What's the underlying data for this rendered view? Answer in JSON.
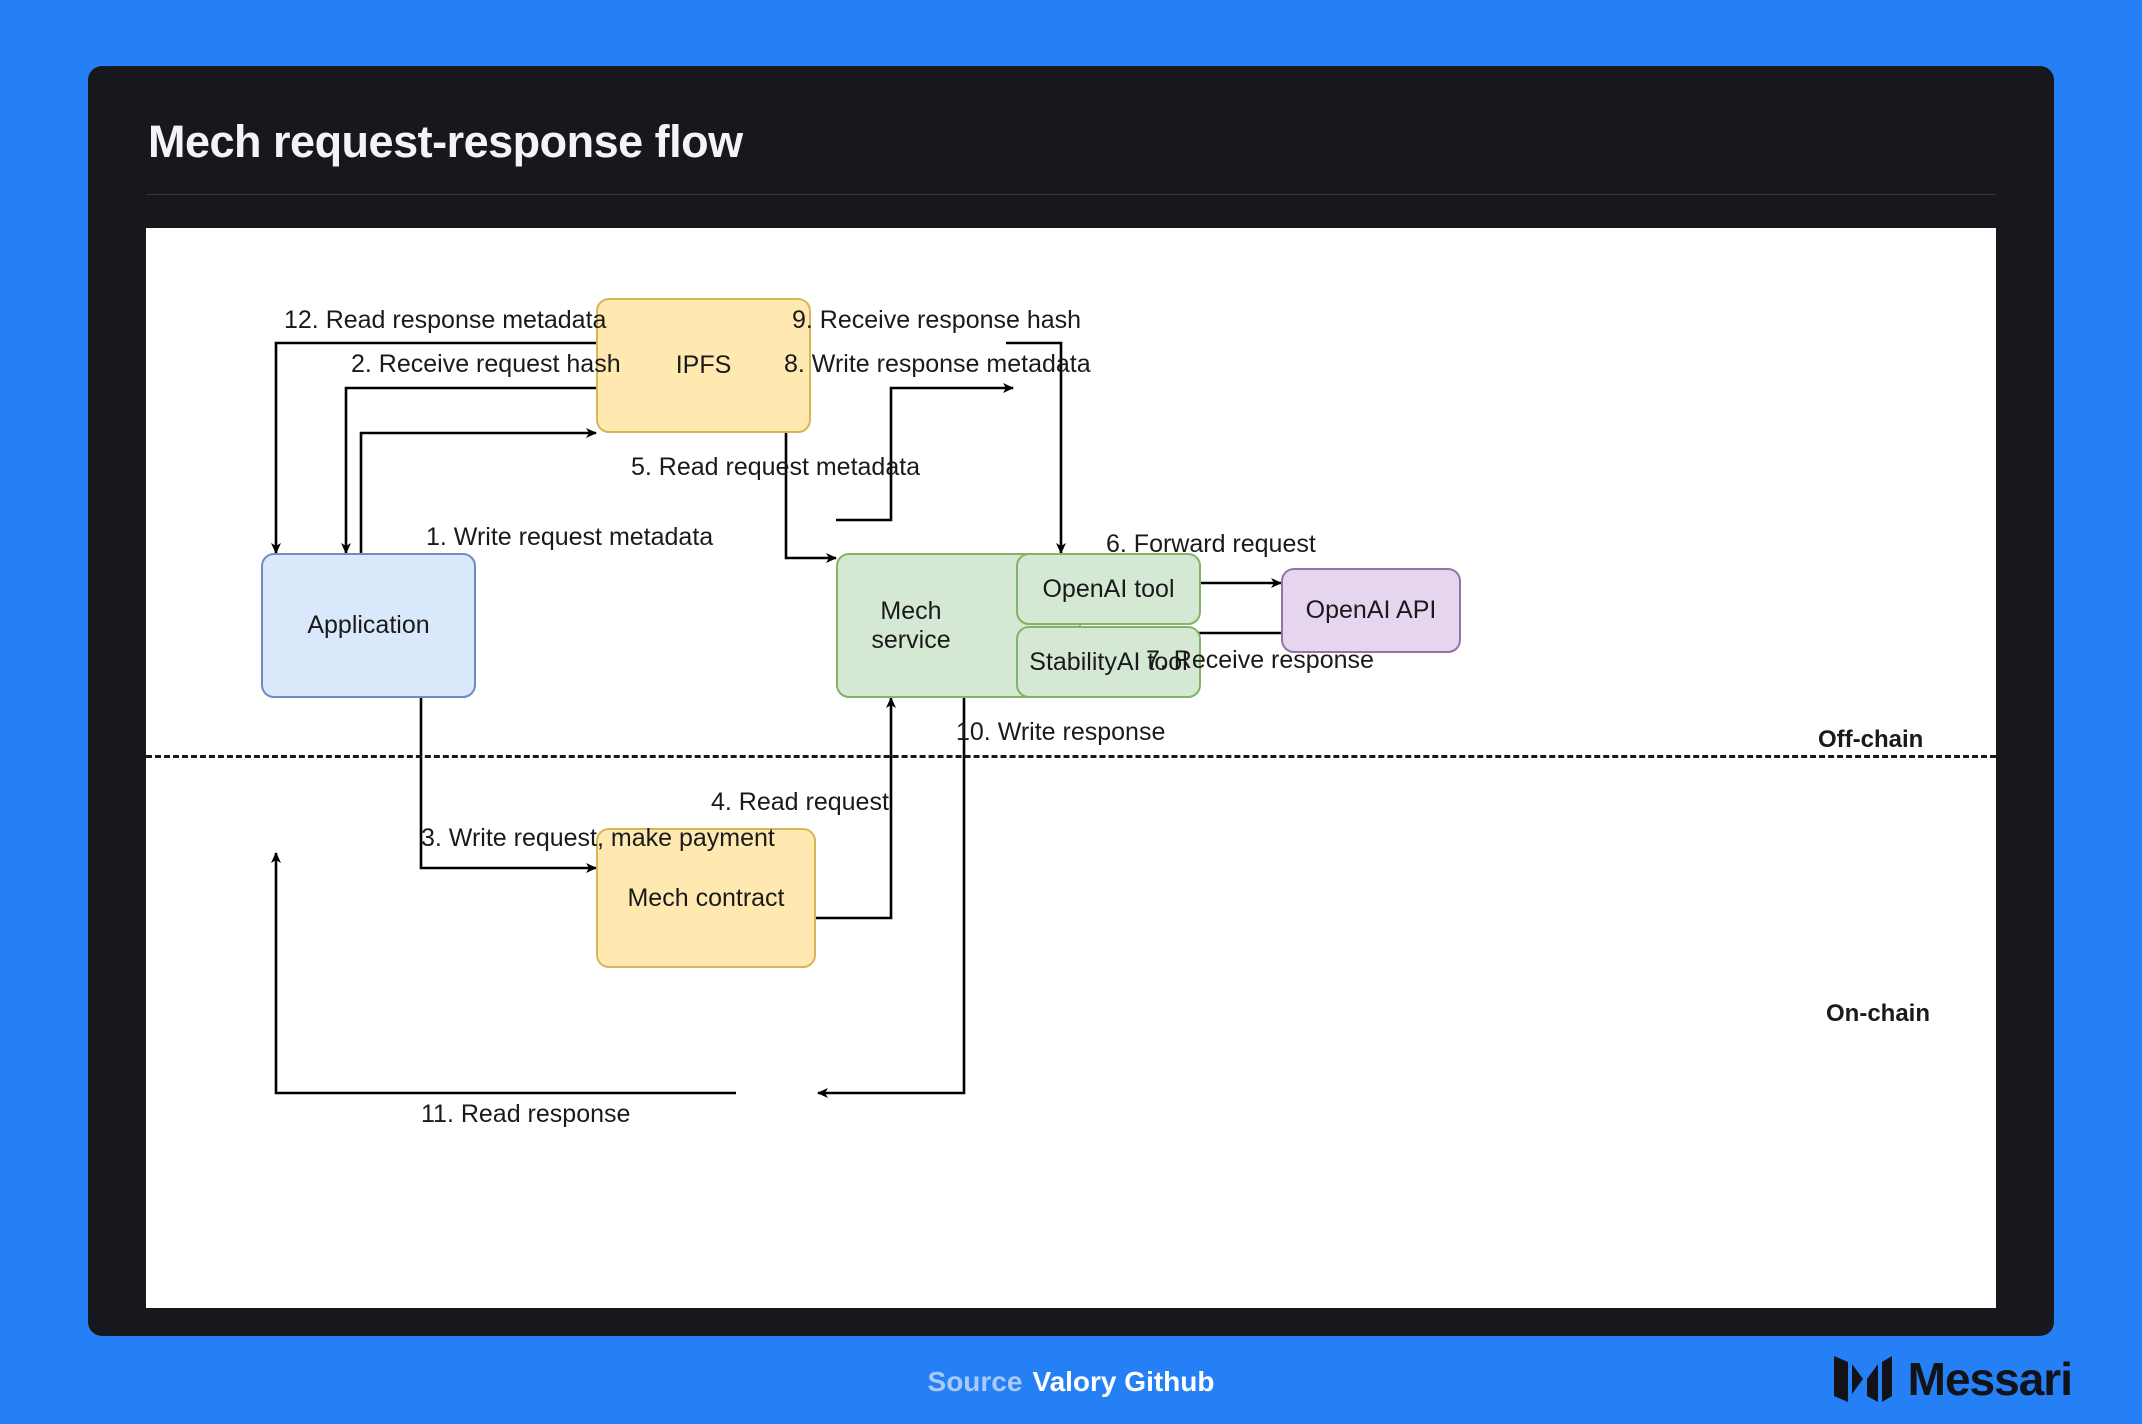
{
  "header": {
    "title": "Mech request-response flow"
  },
  "nodes": [
    {
      "id": "ipfs",
      "label": "IPFS",
      "color": "#ffe9b0"
    },
    {
      "id": "application",
      "label": "Application",
      "color": "#dae8fc"
    },
    {
      "id": "mech_service",
      "label": "Mech service",
      "color": "#d5e8d4"
    },
    {
      "id": "openai_tool",
      "label": "OpenAI tool",
      "color": "#d5e8d4"
    },
    {
      "id": "stabilityai_tool",
      "label": "StabilityAI tool",
      "color": "#d5e8d4"
    },
    {
      "id": "openai_api",
      "label": "OpenAI API",
      "color": "#e6d5ef"
    },
    {
      "id": "mech_contract",
      "label": "Mech contract",
      "color": "#ffe9b0"
    }
  ],
  "edges": [
    {
      "n": 1,
      "label": "1. Write request metadata",
      "from": "application",
      "to": "ipfs"
    },
    {
      "n": 2,
      "label": "2. Receive request hash",
      "from": "ipfs",
      "to": "application"
    },
    {
      "n": 3,
      "label": "3. Write request, make payment",
      "from": "application",
      "to": "mech_contract"
    },
    {
      "n": 4,
      "label": "4. Read request",
      "from": "mech_contract",
      "to": "mech_service"
    },
    {
      "n": 5,
      "label": "5. Read request metadata",
      "from": "ipfs",
      "to": "mech_service"
    },
    {
      "n": 6,
      "label": "6. Forward request",
      "from": "openai_tool",
      "to": "openai_api"
    },
    {
      "n": 7,
      "label": "7. Receive response",
      "from": "openai_api",
      "to": "openai_tool"
    },
    {
      "n": 8,
      "label": "8. Write response metadata",
      "from": "mech_service",
      "to": "ipfs"
    },
    {
      "n": 9,
      "label": "9. Receive response hash",
      "from": "ipfs",
      "to": "mech_service"
    },
    {
      "n": 10,
      "label": "10. Write response",
      "from": "mech_service",
      "to": "mech_contract"
    },
    {
      "n": 11,
      "label": "11. Read response",
      "from": "mech_contract",
      "to": "application"
    },
    {
      "n": 12,
      "label": "12. Read response metadata",
      "from": "ipfs",
      "to": "application"
    }
  ],
  "zones": {
    "offchain": "Off-chain",
    "onchain": "On-chain"
  },
  "footer": {
    "source_label": "Source",
    "source_name": "Valory Github",
    "brand": "Messari"
  },
  "colors": {
    "background": "#2680f5",
    "panel": "#16181d",
    "canvas": "#ffffff",
    "yellow_fill": "#ffe9b0",
    "yellow_stroke": "#d6b656",
    "blue_fill": "#dae8fc",
    "blue_stroke": "#6c8ebf",
    "green_fill": "#d5e8d4",
    "green_stroke": "#82b366",
    "purple_fill": "#e6d5ef",
    "purple_stroke": "#9673a6"
  }
}
